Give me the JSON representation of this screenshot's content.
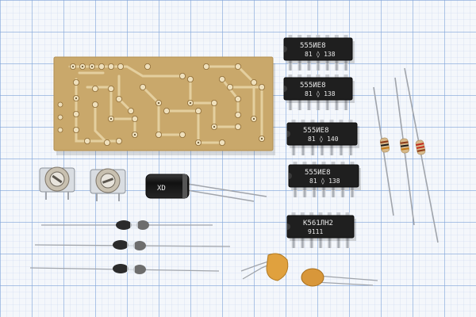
{
  "scene": {
    "background": "#f4f7fb",
    "grid_major": "#7da2d8",
    "grid_minor": "#c8d6ee",
    "pcb_color": "#c9a86b",
    "trace_color": "#dfc591",
    "ic_body": "#1f1f1f",
    "pin_color": "#c9ccd2"
  },
  "chips": [
    {
      "line1": "555ИЕ8",
      "line2": "81 ◊ 138"
    },
    {
      "line1": "555ИЕ8",
      "line2": "81 ◊ 138"
    },
    {
      "line1": "555ИЕ8",
      "line2": "81 ◊ 140"
    },
    {
      "line1": "555ИЕ8",
      "line2": "81 ◊ 138"
    },
    {
      "line1": "К561ЛН2",
      "line2": "9111"
    }
  ],
  "capacitor": {
    "marking": "XD"
  }
}
